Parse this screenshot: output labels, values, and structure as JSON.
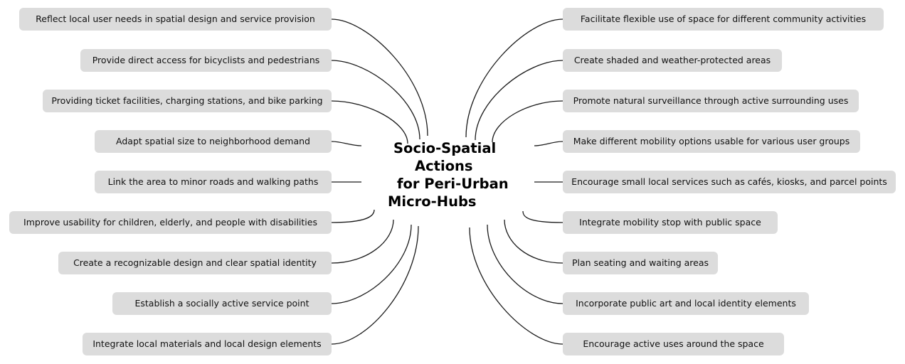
{
  "center": {
    "lines": [
      "Socio-Spatial",
      "Actions",
      "for Peri-Urban",
      "Micro-Hubs"
    ]
  },
  "left_items": [
    "Reflect local user needs in spatial design and service provision",
    "Provide direct access for bicyclists and pedestrians",
    "Providing ticket facilities, charging stations, and bike parking",
    "Adapt spatial size to neighborhood demand",
    "Link the area to minor roads and walking paths",
    "Improve usability for children, elderly, and people with disabilities",
    "Create a recognizable design and clear spatial identity",
    "Establish a socially active service point",
    "Integrate local materials and local design elements"
  ],
  "right_items": [
    "Facilitate flexible use of space for different community activities",
    "Create shaded and weather-protected areas",
    "Promote natural surveillance through active surrounding uses",
    "Make different mobility options usable for various user groups",
    "Encourage small local services such as cafés, kiosks, and parcel points",
    "Integrate mobility stop with public space",
    "Plan seating and waiting areas",
    "Incorporate public art and local identity elements",
    "Encourage active uses around the space"
  ],
  "colors": {
    "box_fill": "#dcdcdc",
    "line": "#1a1a1a",
    "text": "#111111",
    "background": "#ffffff"
  }
}
